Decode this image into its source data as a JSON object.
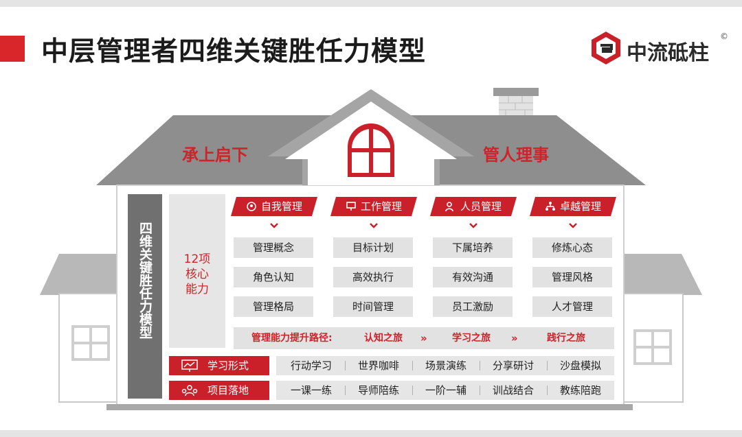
{
  "title": "中层管理者四维关键胜任力模型",
  "logo": {
    "text": "中流砥柱",
    "mark": "©"
  },
  "roof": {
    "left_text": "承上启下",
    "right_text": "管人理事"
  },
  "side_label": "四维关键胜任力模型",
  "core": {
    "line1": "12项",
    "line2": "核心",
    "line3": "能力"
  },
  "columns": [
    {
      "icon": "person-gear-icon",
      "title": "自我管理",
      "items": [
        "管理概念",
        "角色认知",
        "管理格局"
      ]
    },
    {
      "icon": "presentation-board-icon",
      "title": "工作管理",
      "items": [
        "目标计划",
        "高效执行",
        "时间管理"
      ]
    },
    {
      "icon": "people-icon",
      "title": "人员管理",
      "items": [
        "下属培养",
        "有效沟通",
        "员工激励"
      ]
    },
    {
      "icon": "org-chart-icon",
      "title": "卓越管理",
      "items": [
        "修炼心态",
        "管理风格",
        "人才管理"
      ]
    }
  ],
  "path": {
    "label": "管理能力提升路径:",
    "steps": [
      "认知之旅",
      "学习之旅",
      "践行之旅"
    ]
  },
  "learning_forms": {
    "label": "学习形式",
    "icon": "presentation-chart-icon",
    "items": [
      "行动学习",
      "世界咖啡",
      "场景演练",
      "分享研讨",
      "沙盘模拟"
    ]
  },
  "project_landing": {
    "label": "项目落地",
    "icon": "people-group-icon",
    "items": [
      "一课一练",
      "导师陪练",
      "一阶一辅",
      "训战结合",
      "教练陪跑"
    ]
  },
  "colors": {
    "accent": "#c9202a",
    "roof": "#8e8e8e",
    "wall": "#ffffff",
    "gray_box": "#e2e2e2"
  }
}
